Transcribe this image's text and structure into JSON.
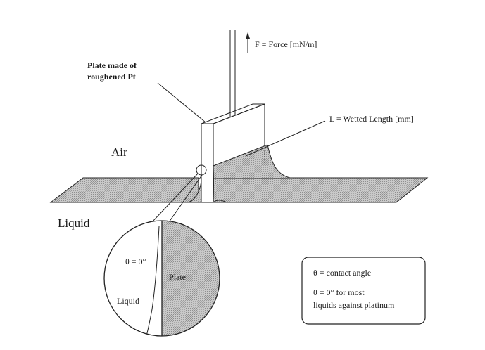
{
  "labels": {
    "force": "F = Force [mN/m]",
    "plate_line1": "Plate made of",
    "plate_line2": "roughened Pt",
    "wetted_length": "L = Wetted Length [mm]",
    "air": "Air",
    "liquid": "Liquid",
    "zoom_theta": "θ = 0°",
    "zoom_plate": "Plate",
    "zoom_liquid": "Liquid",
    "legend_line1": "θ = contact angle",
    "legend_line2": "θ = 0° for most",
    "legend_line3": "liquids against platinum"
  },
  "colors": {
    "line": "#222222",
    "liquid_fill": "#bdbdbd",
    "plate_fill": "#ffffff",
    "background": "#ffffff"
  }
}
